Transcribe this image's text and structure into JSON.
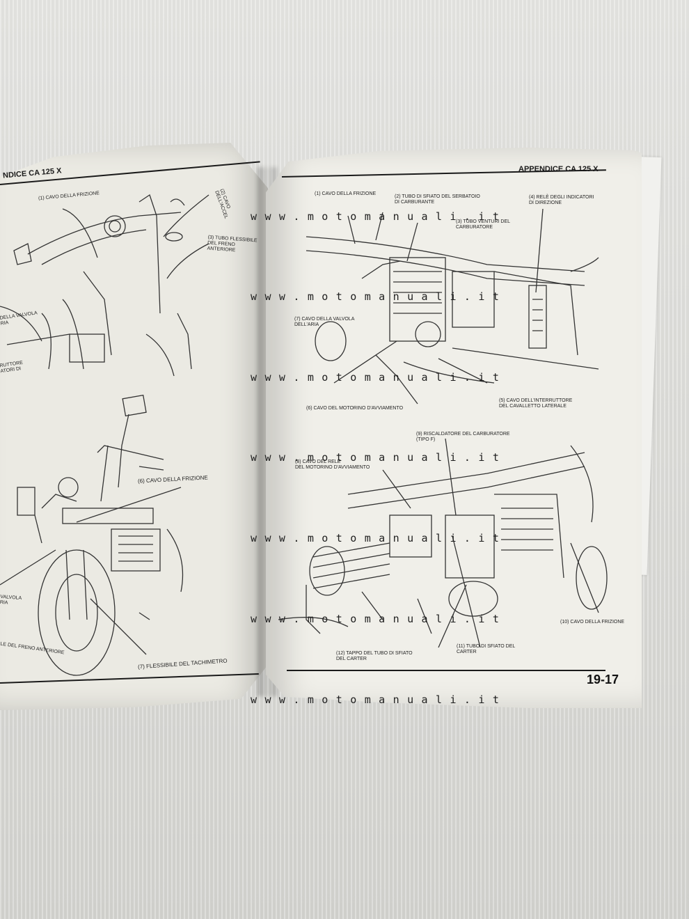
{
  "left_page": {
    "header": "NDICE CA 125 X",
    "top_labels": [
      "(1) CAVO DELLA FRIZIONE",
      "(2) CAVO\nDELL'ACCEL",
      "(3) TUBO FLESSIBILE\nDEL FRENO\nANTERIORE",
      "DELLA VALVOLA\nRIA",
      "RUTTORE\nATORI DI"
    ],
    "bottom_labels": [
      "(6) CAVO DELLA FRIZIONE",
      "VALVOLA\nRIA",
      "LE DEL FRENO ANTERIORE",
      "(7) FLESSIBILE DEL TACHIMETRO"
    ]
  },
  "right_page": {
    "header": "APPENDICE CA 125 X",
    "top_labels": [
      "(1) CAVO DELLA FRIZIONE",
      "(2) TUBO DI SFIATO DEL SERBATOIO\nDI CARBURANTE",
      "(3) TUBO VENTURI DEL\nCARBURATORE",
      "(4) RELÈ DEGLI INDICATORI\nDI DIREZIONE",
      "(7) CAVO DELLA VALVOLA\nDELL'ARIA",
      "(6) CAVO DEL MOTORINO D'AVVIAMENTO",
      "(5) CAVO DELL'INTERRUTTORE\nDEL CAVALLETTO LATERALE"
    ],
    "bottom_labels": [
      "(9) RISCALDATORE DEL CARBURATORE\n(TIPO F)",
      "(8) CAVO DEL RELÈ\nDEL MOTORINO D'AVVIAMENTO",
      "(10) CAVO DELLA FRIZIONE",
      "(11) TUBO DI SFIATO DEL\nCARTER",
      "(12) TAPPO DEL TUBO DI SFIATO\nDEL CARTER"
    ],
    "page_number": "19-17"
  },
  "watermark": "w w w . m o t o m a n u a l i . i t"
}
